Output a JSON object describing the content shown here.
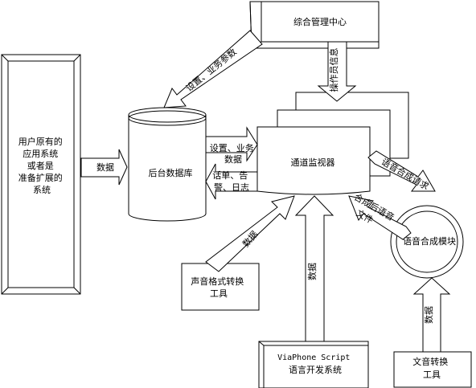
{
  "nodes": {
    "mgmt_center": "综合管理中心",
    "user_system": [
      "用户原有的",
      "应用系统",
      "或者是",
      "准备扩展的",
      "系统"
    ],
    "backend_db": "后台数据库",
    "channel_monitor": "通道监视器",
    "speech_synth": "语音合成模块",
    "sound_tool": [
      "声音格式转换",
      "工具"
    ],
    "viaphone": [
      "ViaPhone Script",
      "语言开发系统"
    ],
    "text_tool": [
      "文音转换",
      "工具"
    ]
  },
  "edges": {
    "user_to_db": "数据",
    "mgmt_to_db": "设置、业务参数",
    "mgmt_to_monitor": "操作员信息",
    "db_to_monitor": [
      "设置、业务",
      "数据"
    ],
    "monitor_to_db": [
      "话单、告",
      "警、日志"
    ],
    "monitor_to_synth": "语音合成请求",
    "synth_to_monitor": [
      "合成后语音",
      "文件"
    ],
    "sound_to_monitor": "数据",
    "viaphone_to_monitor": "数据",
    "text_to_synth": "数据"
  }
}
